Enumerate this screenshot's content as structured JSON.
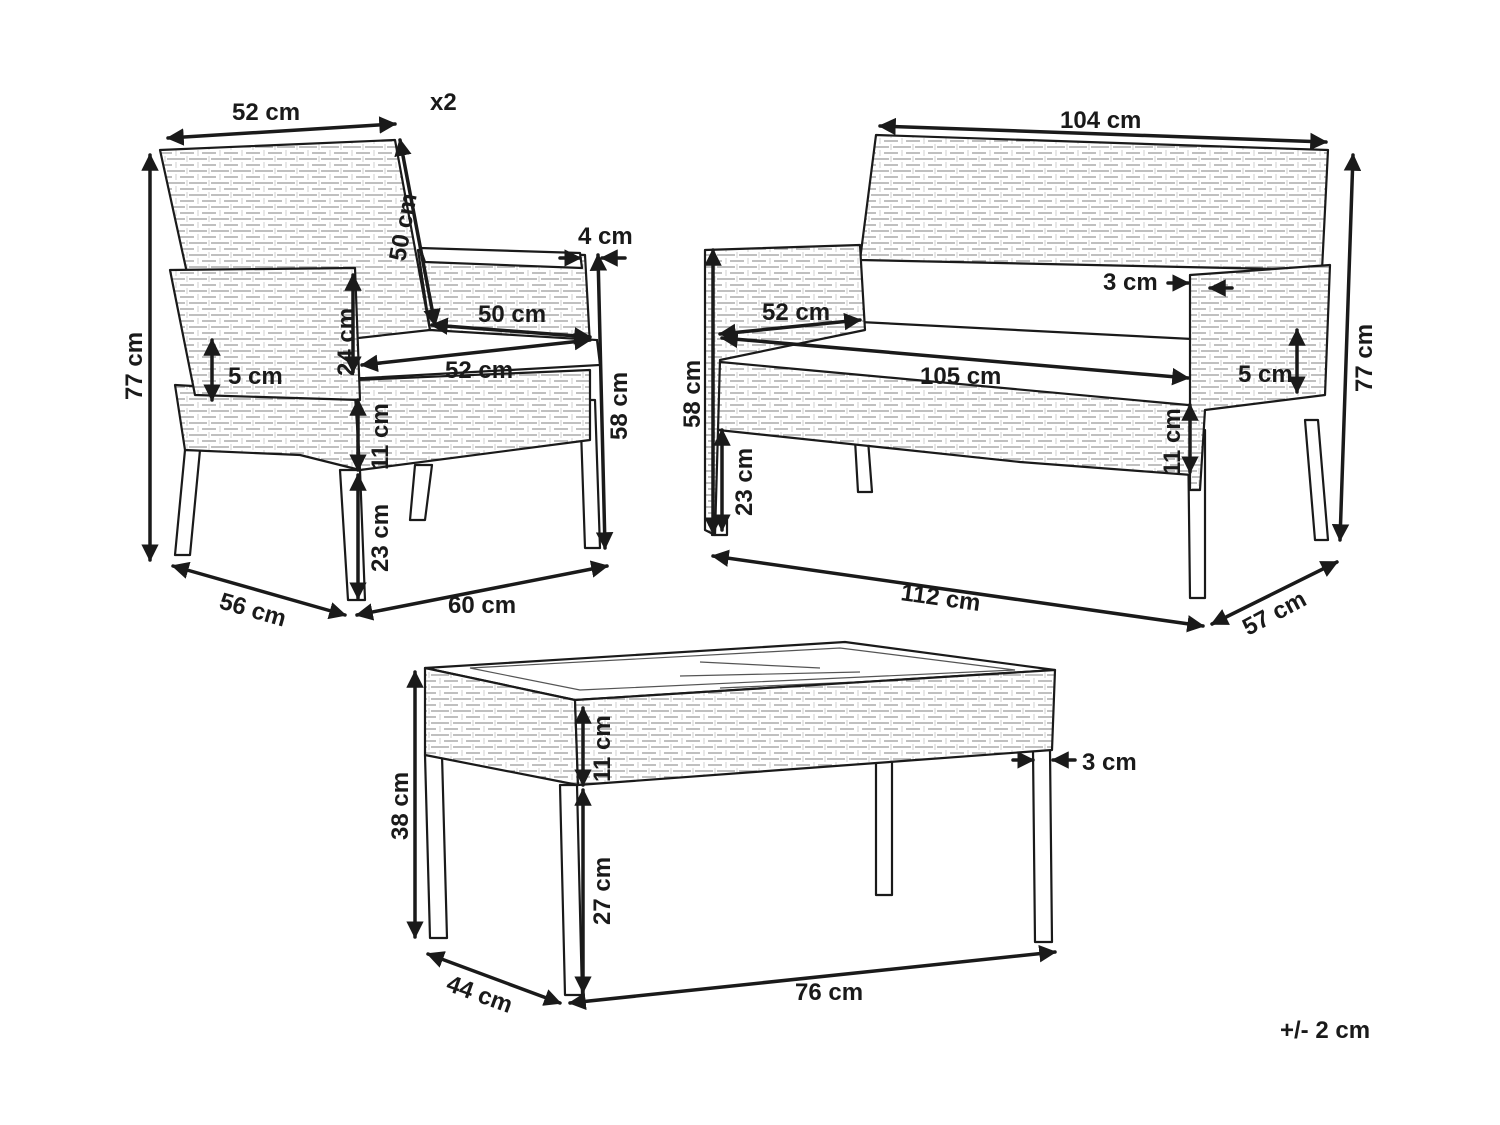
{
  "quantity_note": "x2",
  "tolerance": "+/- 2 cm",
  "armchair": {
    "width_top": "52 cm",
    "back_height": "50 cm",
    "arm_width": "4 cm",
    "seat_depth": "50 cm",
    "seat_width": "52 cm",
    "arm_height": "24 cm",
    "cushion_thickness": "5 cm",
    "total_height": "77 cm",
    "seat_height": "58 cm",
    "frame_height": "11 cm",
    "leg_height": "23 cm",
    "depth": "56 cm",
    "width": "60 cm"
  },
  "sofa": {
    "width_top": "104 cm",
    "arm_width": "3 cm",
    "arm_depth": "52 cm",
    "seat_width": "105 cm",
    "cushion_thickness": "5 cm",
    "total_height": "77 cm",
    "seat_height": "58 cm",
    "leg_height": "23 cm",
    "frame_height": "11 cm",
    "width": "112 cm",
    "depth": "57 cm"
  },
  "table": {
    "frame_height": "11 cm",
    "leg_width": "3 cm",
    "total_height": "38 cm",
    "leg_height": "27 cm",
    "depth": "44 cm",
    "width": "76 cm"
  }
}
